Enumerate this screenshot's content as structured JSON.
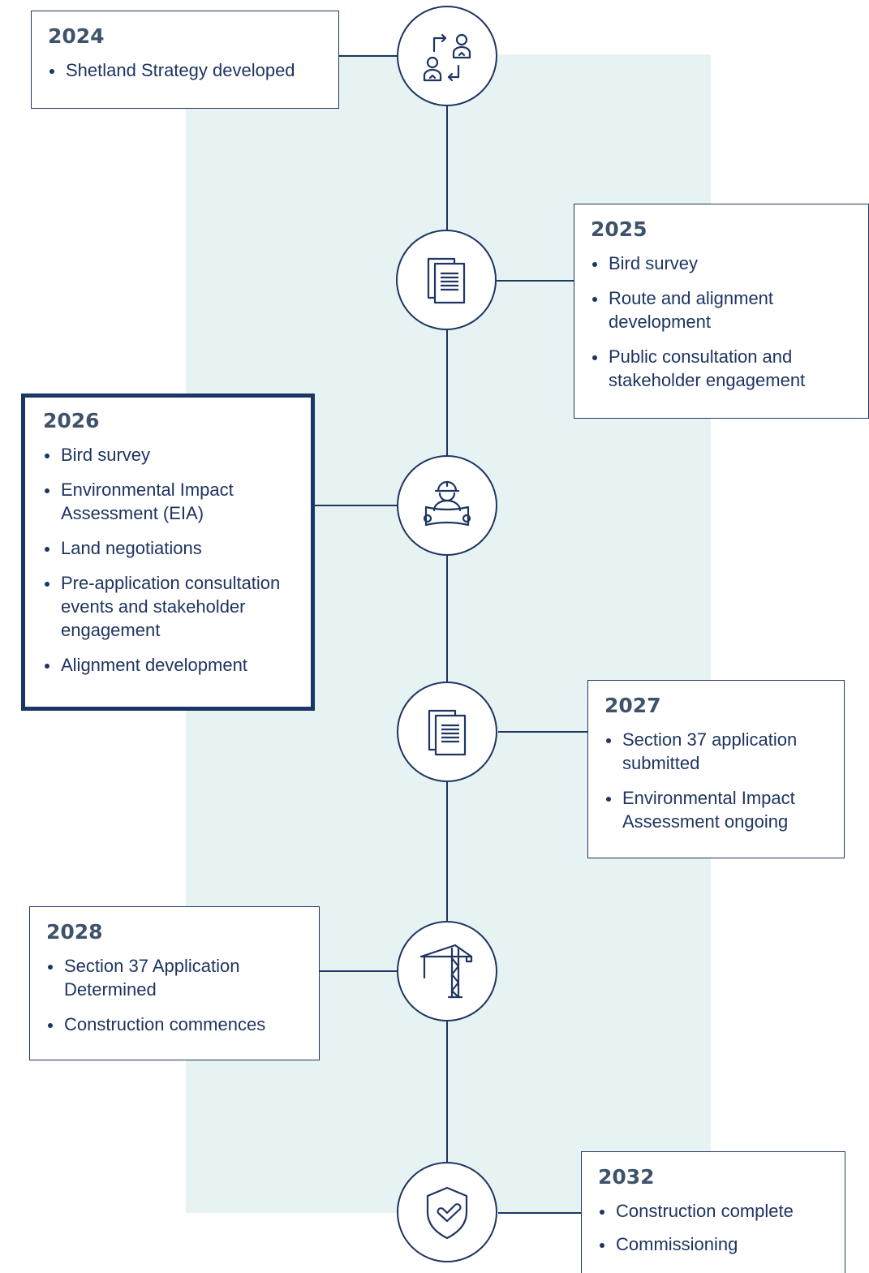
{
  "timeline": [
    {
      "year": "2024",
      "items": [
        "Shetland Strategy developed"
      ],
      "icon": "people-exchange-icon"
    },
    {
      "year": "2025",
      "items": [
        "Bird survey",
        "Route and alignment development",
        "Public consultation and stakeholder engagement"
      ],
      "icon": "document-icon"
    },
    {
      "year": "2026",
      "items": [
        "Bird survey",
        "Environmental Impact Assessment (EIA)",
        "Land negotiations",
        "Pre-application consultation events and stakeholder engagement",
        "Alignment development"
      ],
      "icon": "engineer-icon",
      "highlighted": true
    },
    {
      "year": "2027",
      "items": [
        "Section 37 application submitted",
        "Environmental Impact Assessment ongoing"
      ],
      "icon": "document-icon"
    },
    {
      "year": "2028",
      "items": [
        "Section 37 Application Determined",
        "Construction commences"
      ],
      "icon": "crane-icon"
    },
    {
      "year": "2032",
      "items": [
        "Construction complete",
        "Commissioning"
      ],
      "icon": "shield-check-icon"
    }
  ],
  "colors": {
    "navy": "#1f3562",
    "year_text": "#3e536b",
    "band": "#e7f3f3"
  }
}
